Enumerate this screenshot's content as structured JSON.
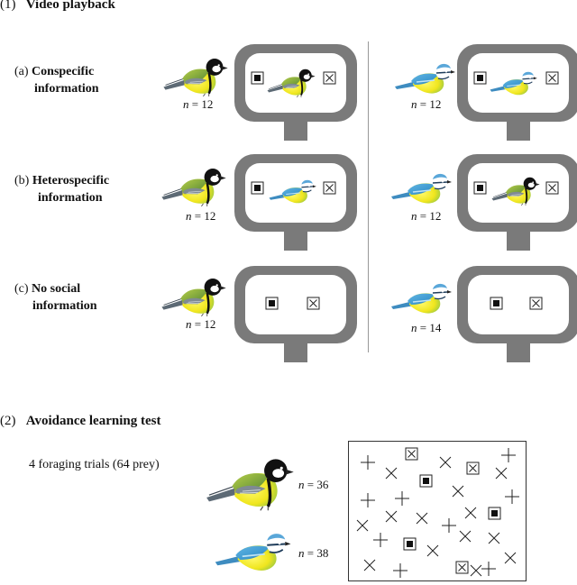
{
  "section1": {
    "num": "(1)",
    "title": "Video playback",
    "conditions": [
      {
        "letter": "(a)",
        "line1": "Conspecific",
        "line2": "information",
        "n_great_tit": "12",
        "n_blue_tit": "12"
      },
      {
        "letter": "(b)",
        "line1": "Heterospecific",
        "line2": "information",
        "n_great_tit": "12",
        "n_blue_tit": "12"
      },
      {
        "letter": "(c)",
        "line1": "No social",
        "line2": "information",
        "n_great_tit": "12",
        "n_blue_tit": "14"
      }
    ]
  },
  "section2": {
    "num": "(2)",
    "title": "Avoidance learning test",
    "trials_text": "4 foraging trials (64 prey)",
    "n_great_tit": "36",
    "n_blue_tit": "38"
  },
  "n_symbol": "n",
  "equals": " = ",
  "colors": {
    "screen_frame": "#707070",
    "great_tit_head": "#111111",
    "great_tit_back": "#8fb33a",
    "blue_tit_cap": "#5aa7d9",
    "breast_yellow": "#f2ea2a",
    "wing_grey": "#7f8a93"
  },
  "icons": [
    "square-symbol-icon",
    "crossed-square-symbol-icon",
    "great-tit-icon",
    "blue-tit-icon",
    "screen-icon",
    "plus-prey-icon",
    "cross-prey-icon"
  ]
}
